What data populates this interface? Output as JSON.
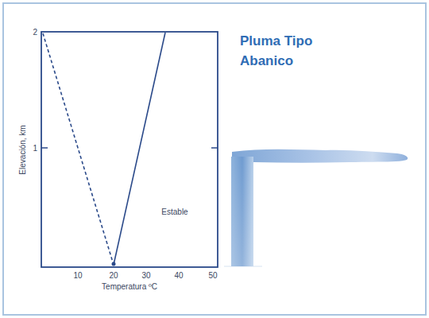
{
  "diagram": {
    "title": "Pluma Tipo Abanico",
    "labels": [
      "2",
      "1",
      "10",
      "20",
      "30",
      "40",
      "50",
      "Elevación, km",
      "Temperatura ºC",
      "Estable"
    ]
  }
}
